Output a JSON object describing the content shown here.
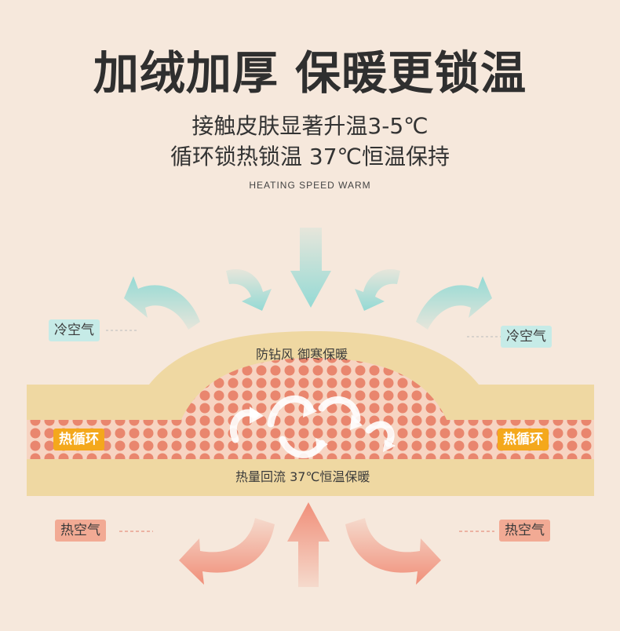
{
  "headline": "加绒加厚 保暖更锁温",
  "subline1": "接触皮肤显著升温3-5℃",
  "subline2": "循环锁热锁温 37℃恒温保持",
  "english": "HEATING SPEED WARM",
  "labels": {
    "cold_left": "冷空气",
    "cold_right": "冷空气",
    "windproof": "防钻风 御寒保暖",
    "cycle_left": "热循环",
    "cycle_right": "热循环",
    "heat_flow": "热量回流 37℃恒温保暖",
    "hot_left": "热空气",
    "hot_right": "热空气"
  },
  "colors": {
    "background": "#f6e8dc",
    "fabric_outer": "#efd8a2",
    "fabric_dots": "#e9866e",
    "cold_arrow": "#8fd9d4",
    "hot_arrow": "#f08a74",
    "cycle_tag": "#f4a81c"
  }
}
